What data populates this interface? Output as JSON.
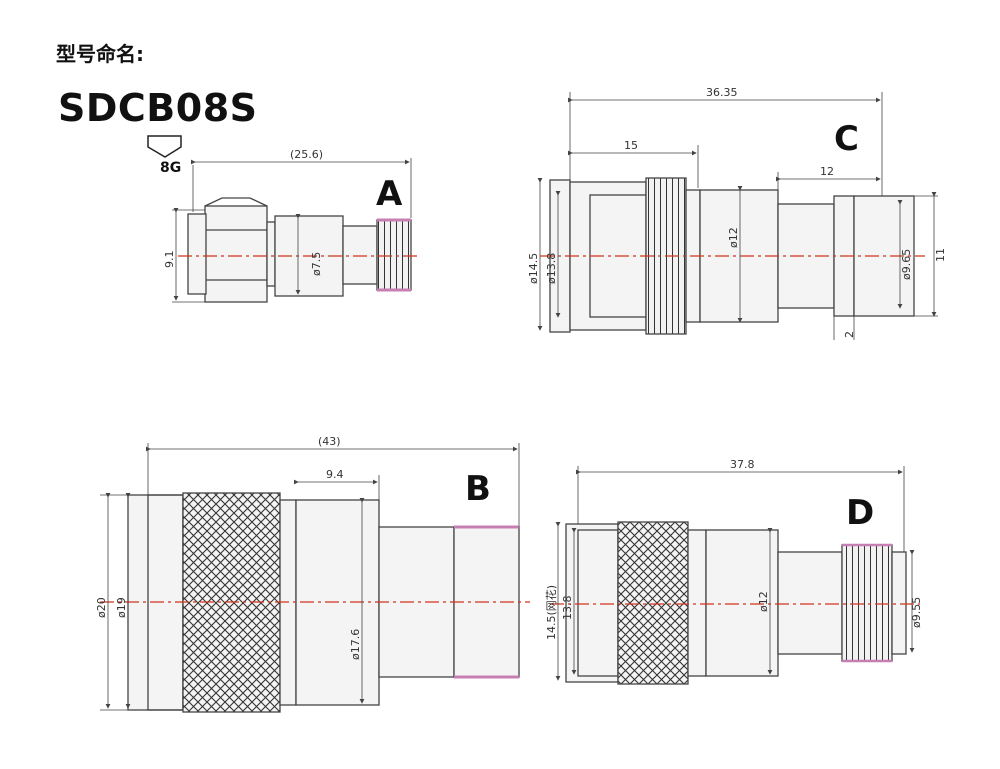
{
  "title": "型号命名:",
  "model": "SDCB08S",
  "model_code": "8G",
  "views": {
    "A": {
      "letter": "A",
      "length": "(25.6)",
      "height": "9.1",
      "dia": "ø7.5"
    },
    "B": {
      "letter": "B",
      "length": "(43)",
      "sub_length": "9.4",
      "dia_outer": "ø20",
      "dia_inner": "ø19",
      "dia_body": "ø17.6"
    },
    "C": {
      "letter": "C",
      "length": "36.35",
      "sub_length": "15",
      "end_length": "12",
      "dia_outer": "ø14.5",
      "dia_inner": "ø13.8",
      "dia_body": "ø12",
      "dia_end": "ø9.65",
      "end_height": "11",
      "step": "2"
    },
    "D": {
      "letter": "D",
      "length": "37.8",
      "dia_knurl": "14.5(网花)",
      "dia_inner": "13.8",
      "dia_body": "ø12",
      "dia_end": "ø9.55"
    }
  },
  "colors": {
    "line": "#444444",
    "center": "#d0341f",
    "pink": "#c77fb3"
  }
}
